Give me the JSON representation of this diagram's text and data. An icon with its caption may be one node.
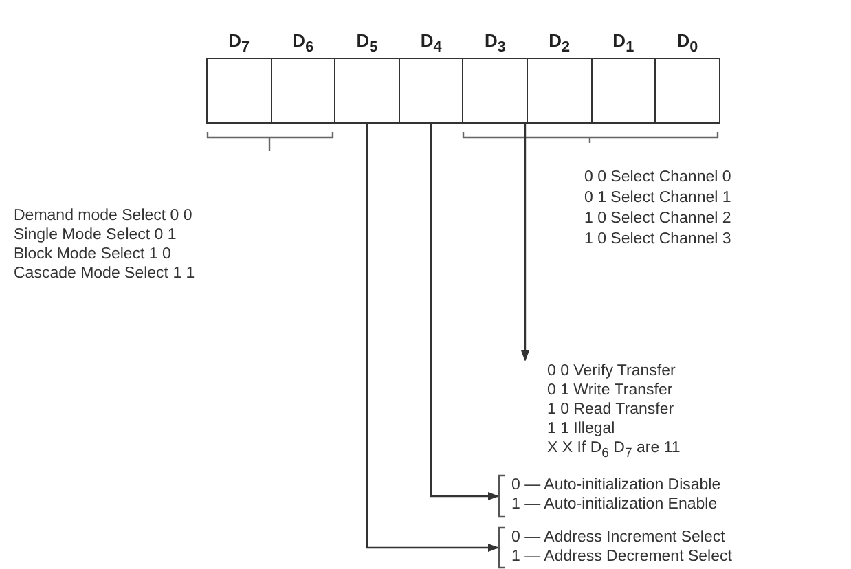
{
  "diagram": {
    "nodes": [
      {
        "text": [
          "D$_{7}$"
        ]
      },
      {
        "text": [
          "D$_{6}$"
        ]
      },
      {
        "text": [
          "D$_{5}$"
        ]
      },
      {
        "text": [
          "D$_{4}$"
        ]
      },
      {
        "text": [
          "D$_{3}$"
        ]
      },
      {
        "text": [
          "D$_{2}$"
        ]
      },
      {
        "text": [
          "D$_{1}$"
        ]
      },
      {
        "text": [
          "D$_{0}$"
        ]
      },
      {
        "text": [
          "0 0 Verify Transfer",
          "0 1 Write Transfer",
          "1 0 Read Transfer",
          "1 1 Illegal",
          "X X If D$_{6}$ D$_{7}$ are 11"
        ]
      },
      {
        "text": [
          "0 — Auto-initialization Disable",
          "1 — Auto-initialization Enable"
        ]
      },
      {
        "text": [
          "0 — Address Increment Select",
          "1 — Address Decrement Select"
        ]
      }
    ],
    "edges": [
      {
        "from": 4,
        "to": 8,
        "arrow": "to"
      },
      {
        "from": 3,
        "to": 9,
        "arrow": "to"
      },
      {
        "from": 2,
        "to": 10,
        "arrow": "to"
      }
    ],
    "labels": [
      "0 0 Select Channel 0",
      "Demand mode Select 0 0",
      "0 1 Select Channel 1",
      "Single Mode Select 0 1",
      "1 0 Select Channel 2",
      "Block Mode Select 1 0",
      "1 0 Select Channel 3",
      "Cascade Mode Select 1 1"
    ]
  }
}
